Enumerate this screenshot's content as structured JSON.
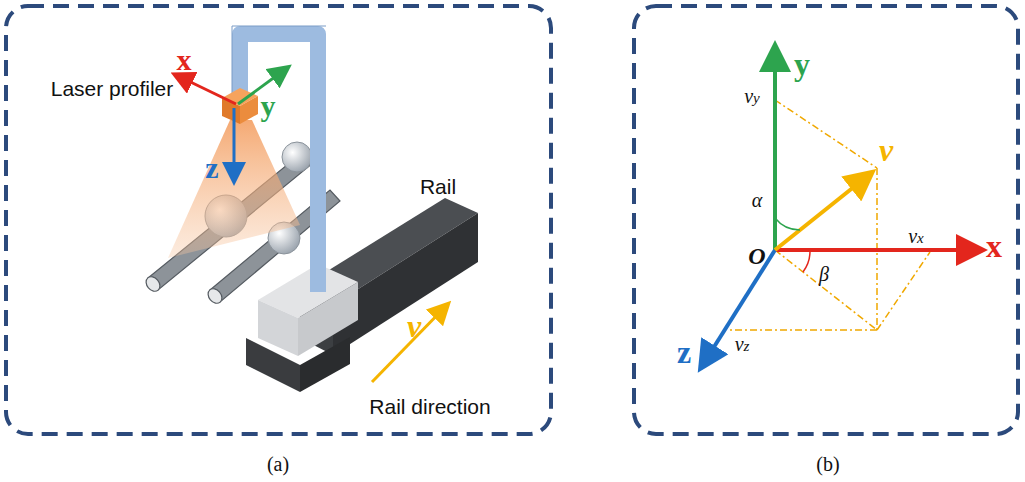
{
  "diagram": {
    "labels": [
      "x",
      "y",
      "Laser profiler",
      "z",
      "Rail",
      "v",
      "Rail direction",
      "(a)",
      "y",
      "vy",
      "α",
      "v",
      "O",
      "vx",
      "x",
      "β",
      "z",
      "vz",
      "(b)"
    ]
  }
}
